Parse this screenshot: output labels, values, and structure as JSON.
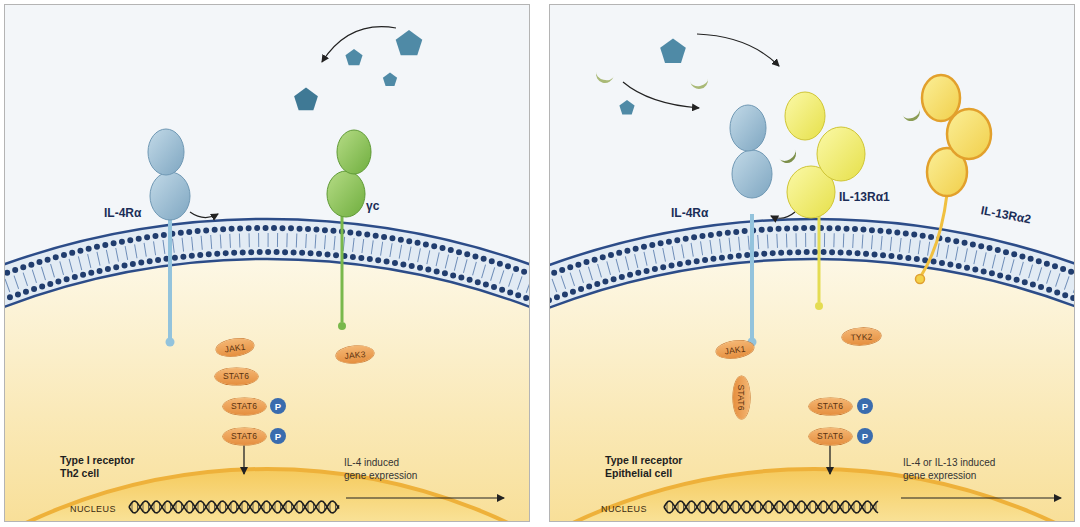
{
  "diagram": {
    "nodes": [
      {
        "text": [
          "Type I receptor Th2 cell"
        ]
      },
      {
        "text": [
          "JAK1"
        ],
        "in": 0
      },
      {
        "text": [
          "JAK3"
        ],
        "in": 0
      },
      {
        "text": [
          "STAT6"
        ],
        "in": 0
      },
      {
        "text": [
          "STAT6"
        ],
        "in": 0
      },
      {
        "text": [
          "P"
        ],
        "in": 0
      },
      {
        "text": [
          "STAT6"
        ],
        "in": 0
      },
      {
        "text": [
          "P"
        ],
        "in": 0
      },
      {
        "text": [
          "NUCLEUS"
        ],
        "in": 0
      },
      {
        "text": [
          "Type II receptor Epithelial cell"
        ]
      },
      {
        "text": [
          "JAK1"
        ],
        "in": 9
      },
      {
        "text": [
          "TYK2"
        ],
        "in": 9
      },
      {
        "text": [
          "STAT6"
        ],
        "in": 9
      },
      {
        "text": [
          "STAT6"
        ],
        "in": 9
      },
      {
        "text": [
          "P"
        ],
        "in": 9
      },
      {
        "text": [
          "STAT6"
        ],
        "in": 9
      },
      {
        "text": [
          "P"
        ],
        "in": 9
      },
      {
        "text": [
          "NUCLEUS"
        ],
        "in": 9
      }
    ],
    "edges": [
      {
        "from": 6,
        "to": 8,
        "arrow": "to"
      },
      {
        "from": 15,
        "to": 17,
        "arrow": "to"
      }
    ],
    "labels": [
      "IL-4Rα",
      "γc",
      "IL-4 induced gene expression",
      "IL-4Rα",
      "IL-13Rα1",
      "IL-13Rα2",
      "IL-4 or IL-13 induced gene expression"
    ]
  }
}
